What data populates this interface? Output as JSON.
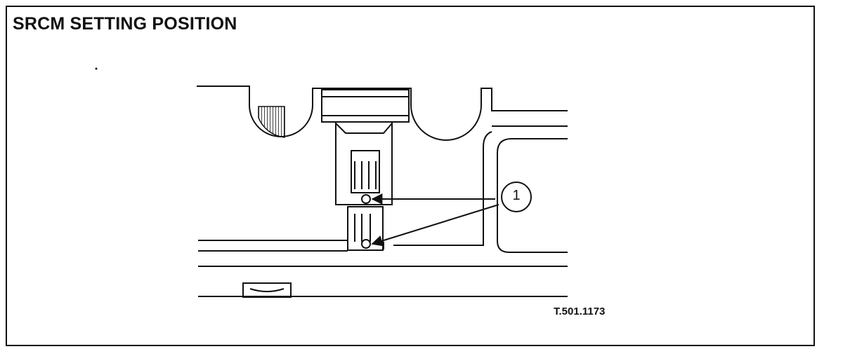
{
  "title": "SRCM SETTING POSITION",
  "figure_code": "T.501.1173",
  "callout": {
    "label": "1"
  },
  "colors": {
    "ink": "#111111",
    "paper": "#ffffff"
  }
}
